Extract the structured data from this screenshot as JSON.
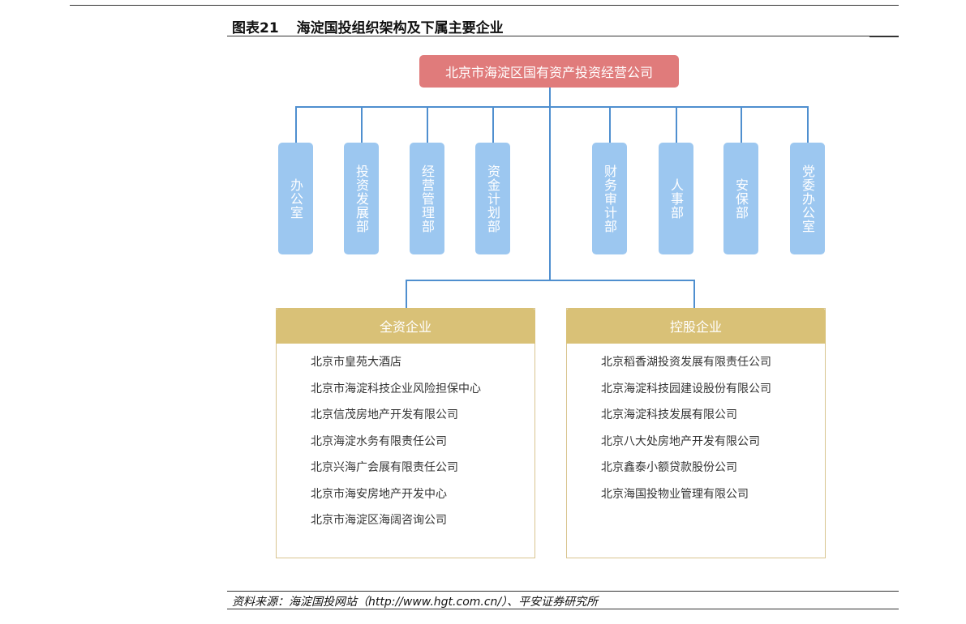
{
  "figure": {
    "number": "图表21",
    "title": "海淀国投组织架构及下属主要企业"
  },
  "org": {
    "root": "北京市海淀区国有资产投资经营公司",
    "departments": [
      "办公室",
      "投资发展部",
      "经营管理部",
      "资金计划部",
      "财务审计部",
      "人事部",
      "安保部",
      "党委办公室"
    ],
    "groups": [
      {
        "label": "全资企业",
        "companies": [
          "北京市皇苑大酒店",
          "北京市海淀科技企业风险担保中心",
          "北京信茂房地产开发有限公司",
          "北京海淀水务有限责任公司",
          "北京兴海广会展有限责任公司",
          "北京市海安房地产开发中心",
          "北京市海淀区海阔咨询公司"
        ]
      },
      {
        "label": "控股企业",
        "companies": [
          "北京稻香湖投资发展有限责任公司",
          "北京海淀科技园建设股份有限公司",
          "北京海淀科技发展有限公司",
          "北京八大处房地产开发有限公司",
          "北京鑫泰小额贷款股份公司",
          "北京海国投物业管理有限公司"
        ]
      }
    ]
  },
  "source": "资料来源：海淀国投网站（http://www.hgt.com.cn/）、平安证券研究所",
  "colors": {
    "root": "#e07b7b",
    "department": "#9cc7f0",
    "group_header": "#d9c177",
    "connector": "#4f8fcf"
  }
}
